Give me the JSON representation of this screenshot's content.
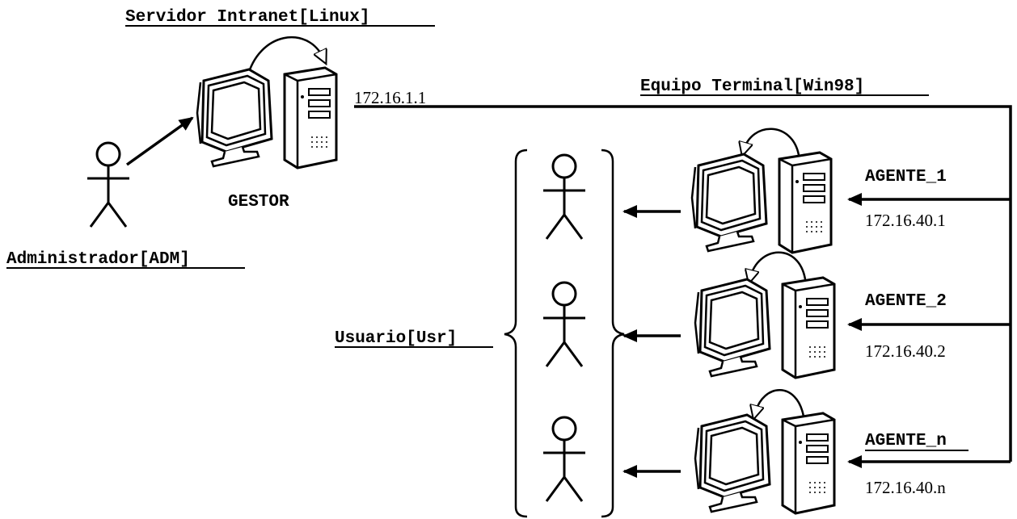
{
  "server": {
    "title": "Servidor Intranet[Linux]",
    "ip": "172.16.1.1",
    "role": "GESTOR"
  },
  "admin": {
    "label": "Administrador[ADM]"
  },
  "terminal": {
    "title": "Equipo Terminal[Win98]"
  },
  "users": {
    "label": "Usuario[Usr]"
  },
  "agents": [
    {
      "name": "AGENTE_1",
      "ip": "172.16.40.1"
    },
    {
      "name": "AGENTE_2",
      "ip": "172.16.40.2"
    },
    {
      "name": "AGENTE_n",
      "ip": "172.16.40.n"
    }
  ]
}
